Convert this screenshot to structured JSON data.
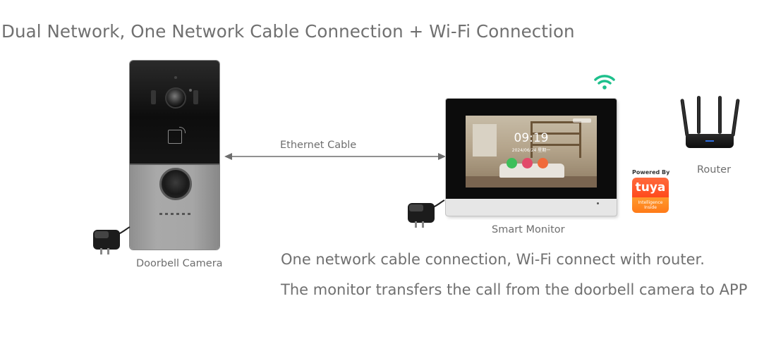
{
  "title": "Dual Network, One Network Cable Connection + Wi-Fi Connection",
  "labels": {
    "ethernet": "Ethernet Cable",
    "doorbell": "Doorbell Camera",
    "monitor": "Smart Monitor",
    "router": "Router"
  },
  "description": [
    "One network cable connection,  Wi-Fi connect with router.",
    "The monitor transfers the call from the doorbell camera to APP"
  ],
  "screen": {
    "time": "09:19",
    "date": "2024/06/24 星期一"
  },
  "tuya": {
    "powered_by": "Powered By",
    "logo": "tuya",
    "tagline": "Intelligence Inside"
  },
  "colors": {
    "wifi": "#1ec08c",
    "tuya_orange": "#ff5a23",
    "text": "#707070"
  },
  "icons": {
    "wifi": "wifi-icon",
    "cable": "double-arrow"
  }
}
